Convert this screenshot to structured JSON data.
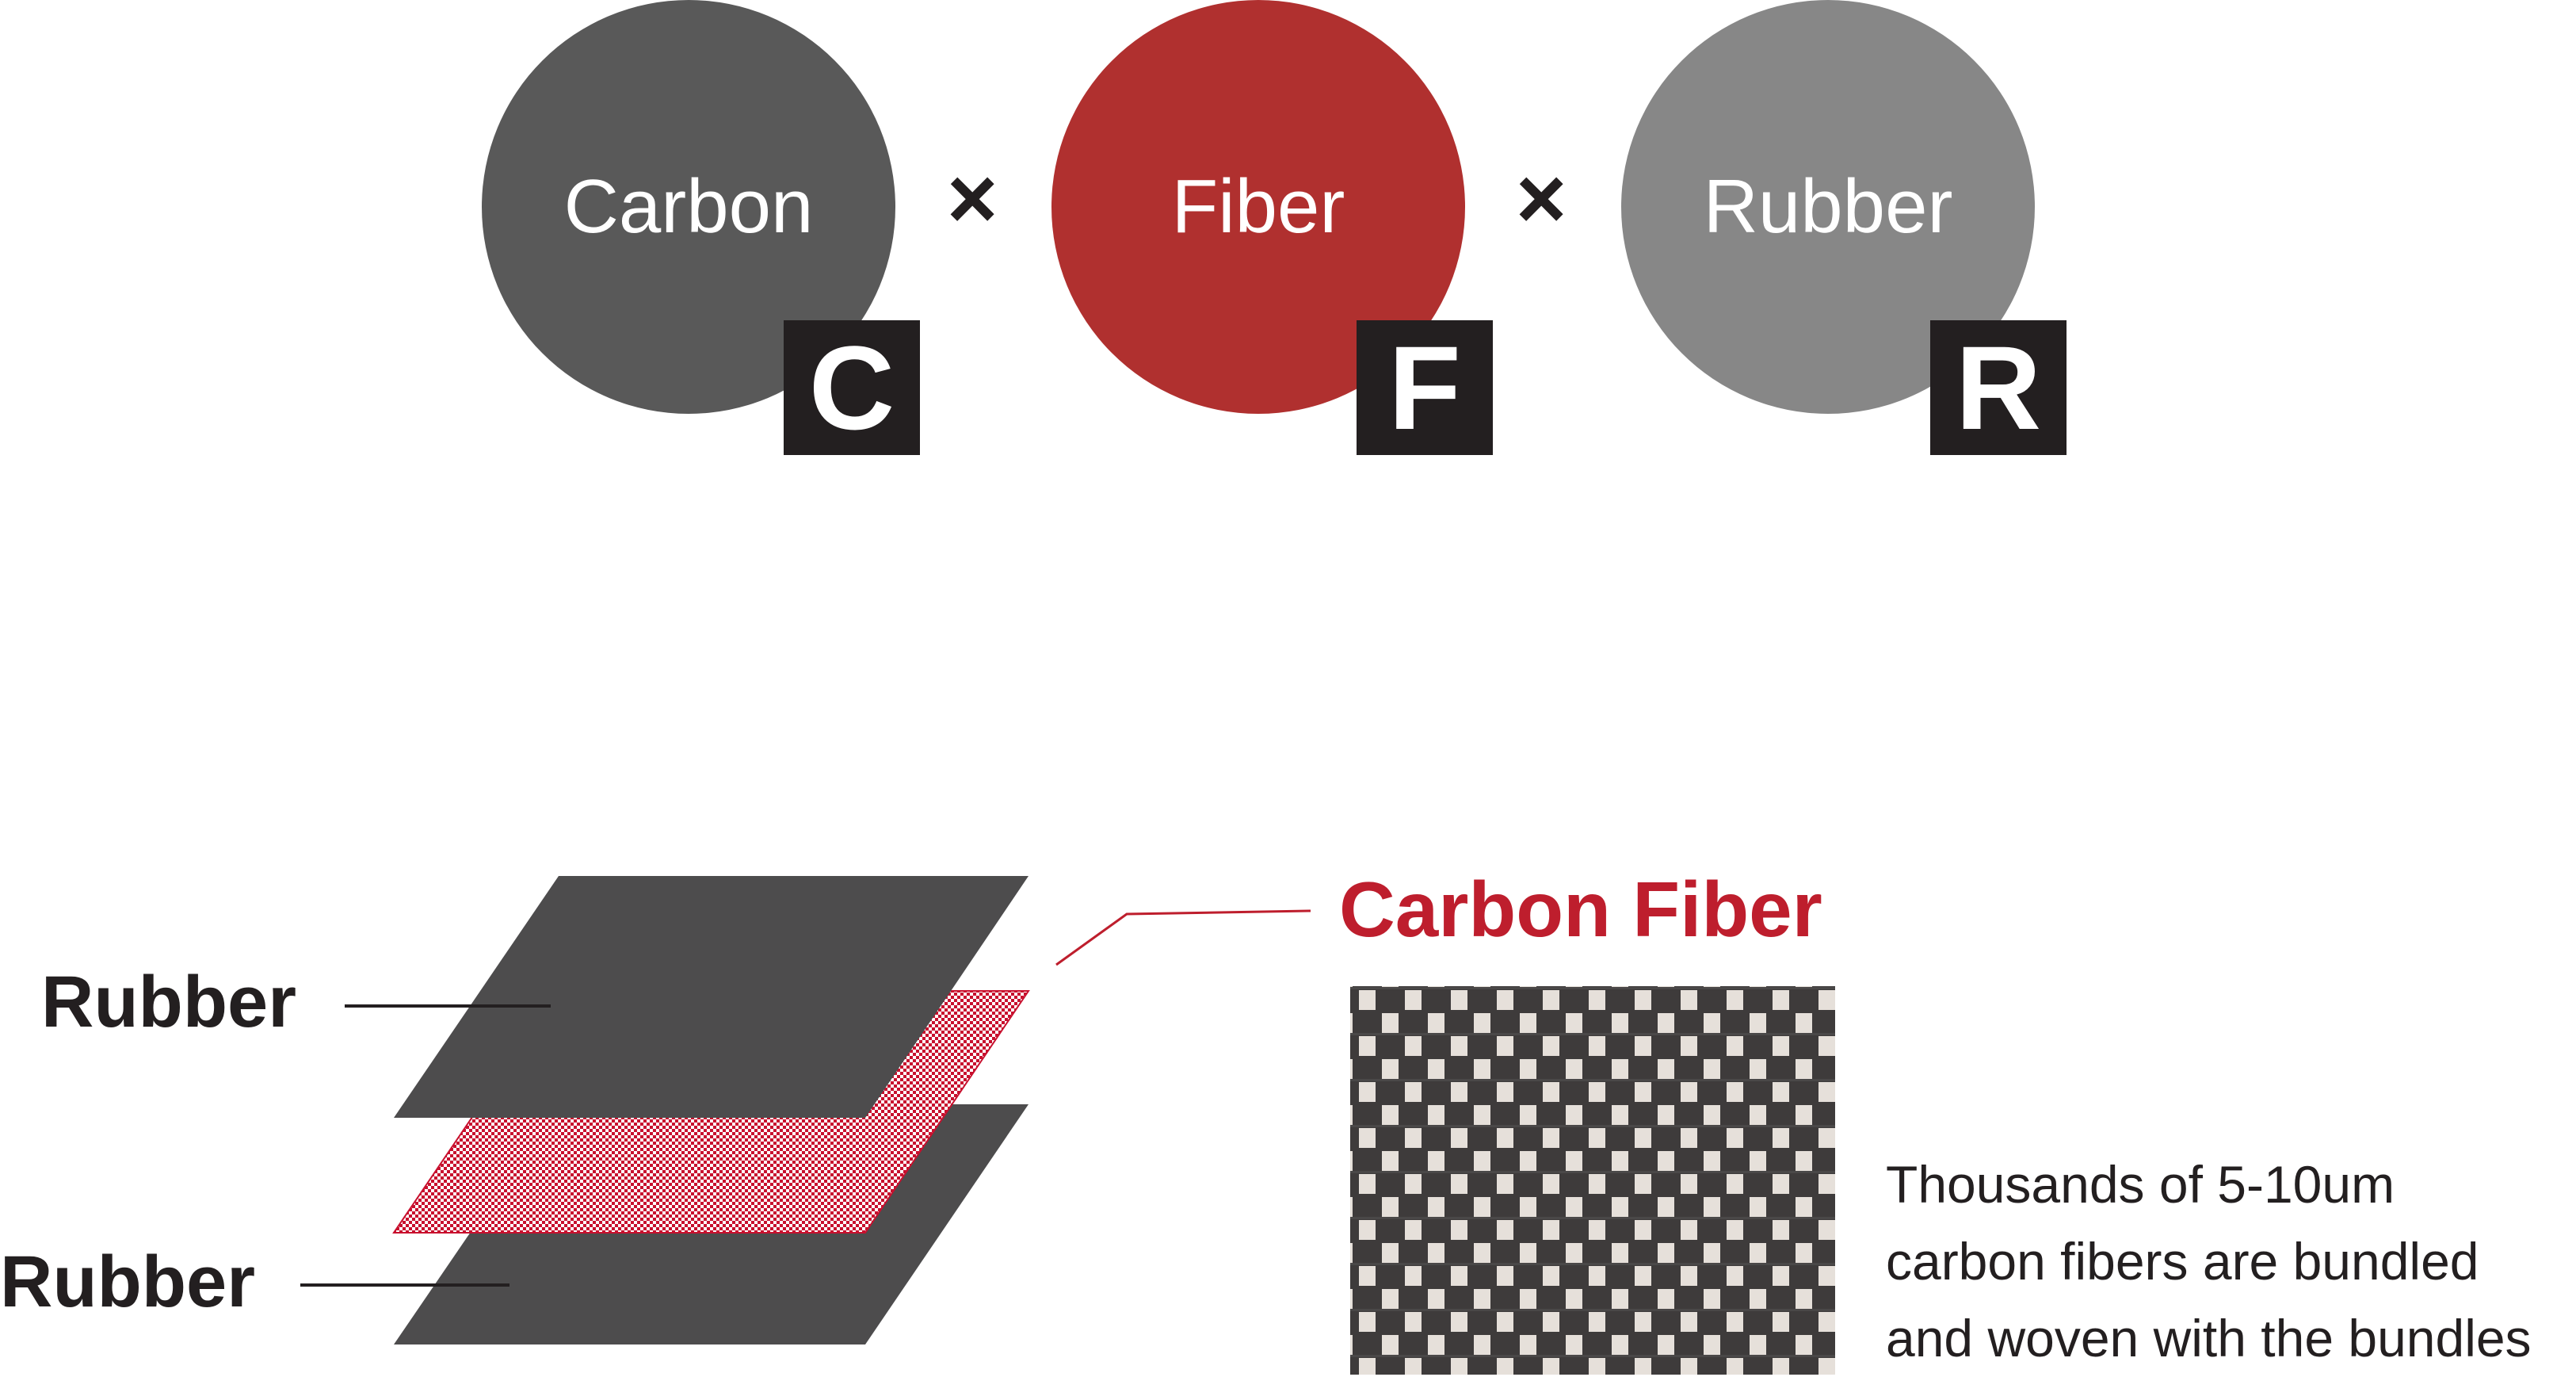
{
  "formula": {
    "circles": [
      {
        "label": "Carbon",
        "letter": "C",
        "color": "#595959"
      },
      {
        "label": "Fiber",
        "letter": "F",
        "color": "#b0302f"
      },
      {
        "label": "Rubber",
        "letter": "R",
        "color": "#878787"
      }
    ],
    "operator": "×"
  },
  "layers": {
    "top_label": "Rubber",
    "bottom_label": "Rubber",
    "rubber_color": "#4d4c4d",
    "fiber_color": "#c8102e"
  },
  "carbon_fiber": {
    "title": "Carbon Fiber",
    "description": [
      "Thousands of 5-10um",
      "carbon fibers are bundled",
      "and woven with the bundles"
    ]
  }
}
